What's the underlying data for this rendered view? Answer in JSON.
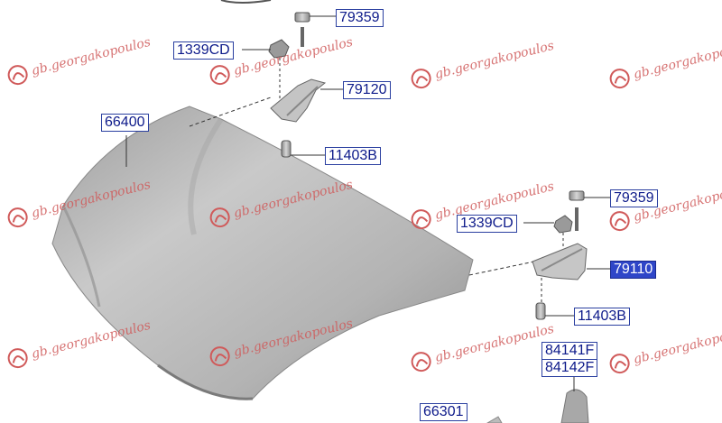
{
  "labels": {
    "l79359_top": "79359",
    "l1339cd_top": "1339CD",
    "l79120": "79120",
    "l66400": "66400",
    "l11403b_top": "11403B",
    "l79359_right": "79359",
    "l1339cd_right": "1339CD",
    "l79110": "79110",
    "l11403b_bottom": "11403B",
    "l84141f": "84141F",
    "l84142f": "84142F",
    "l66301": "66301"
  },
  "watermark_text": "gb.georgakopoulos",
  "colors": {
    "label_border": "#2a3fa0",
    "label_text": "#0d1a8a",
    "highlight_bg": "#2f46c8",
    "watermark": "#d05a5a",
    "hood": "#b9b9b9"
  },
  "highlighted_part": "79110"
}
